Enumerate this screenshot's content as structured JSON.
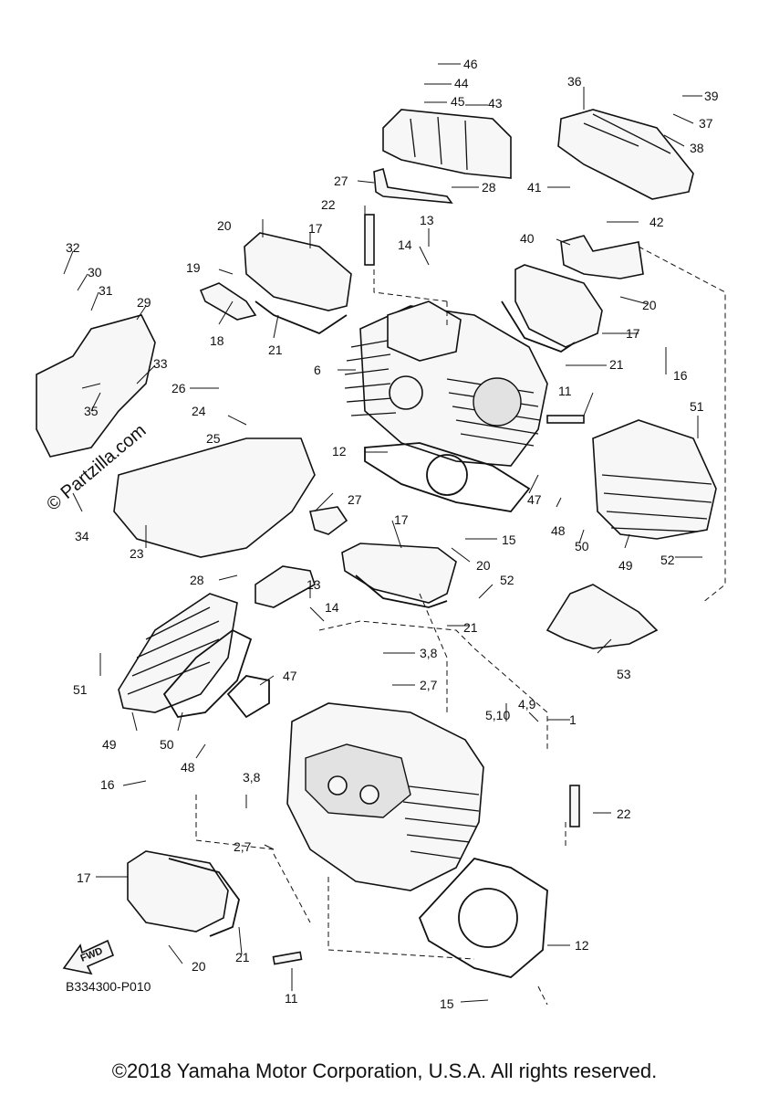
{
  "diagram_code": "B334300-P010",
  "copyright": "©2018 Yamaha Motor Corporation, U.S.A. All rights reserved.",
  "watermark": "© Partzilla.com",
  "fwd_label": "FWD",
  "labels": {
    "l46": "46",
    "l44": "44",
    "l45": "45",
    "l43": "43",
    "l36": "36",
    "l39": "39",
    "l37": "37",
    "l38": "38",
    "l27a": "27",
    "l28a": "28",
    "l41": "41",
    "l42": "42",
    "l22a": "22",
    "l13a": "13",
    "l20a": "20",
    "l17a": "17",
    "l14a": "14",
    "l40": "40",
    "l32": "32",
    "l30": "30",
    "l19": "19",
    "l31": "31",
    "l20b": "20",
    "l29": "29",
    "l17b": "17",
    "l18": "18",
    "l21a": "21",
    "l6": "6",
    "l21b": "21",
    "l16a": "16",
    "l33": "33",
    "l26": "26",
    "l24": "24",
    "l35": "35",
    "l11a": "11",
    "l51a": "51",
    "l25": "25",
    "l12a": "12",
    "l27b": "27",
    "l47a": "47",
    "l34": "34",
    "l48a": "48",
    "l15a": "15",
    "l50a": "50",
    "l23": "23",
    "l17c": "17",
    "l20c": "20",
    "l49a": "49",
    "l52a": "52",
    "l28b": "28",
    "l13b": "13",
    "l52b": "52",
    "l14b": "14",
    "l21c": "21",
    "l53": "53",
    "l38b": "3,8",
    "l47b": "47",
    "l51b": "51",
    "l27c": "2,7",
    "l49b": "4,9",
    "l510": "5,10",
    "l1": "1",
    "l49c": "49",
    "l50b": "50",
    "l48b": "48",
    "l16b": "16",
    "l38c": "3,8",
    "l22b": "22",
    "l27d": "2,7",
    "l17d": "17",
    "l21d": "21",
    "l12b": "12",
    "l20d": "20",
    "l11b": "11",
    "l15b": "15"
  }
}
